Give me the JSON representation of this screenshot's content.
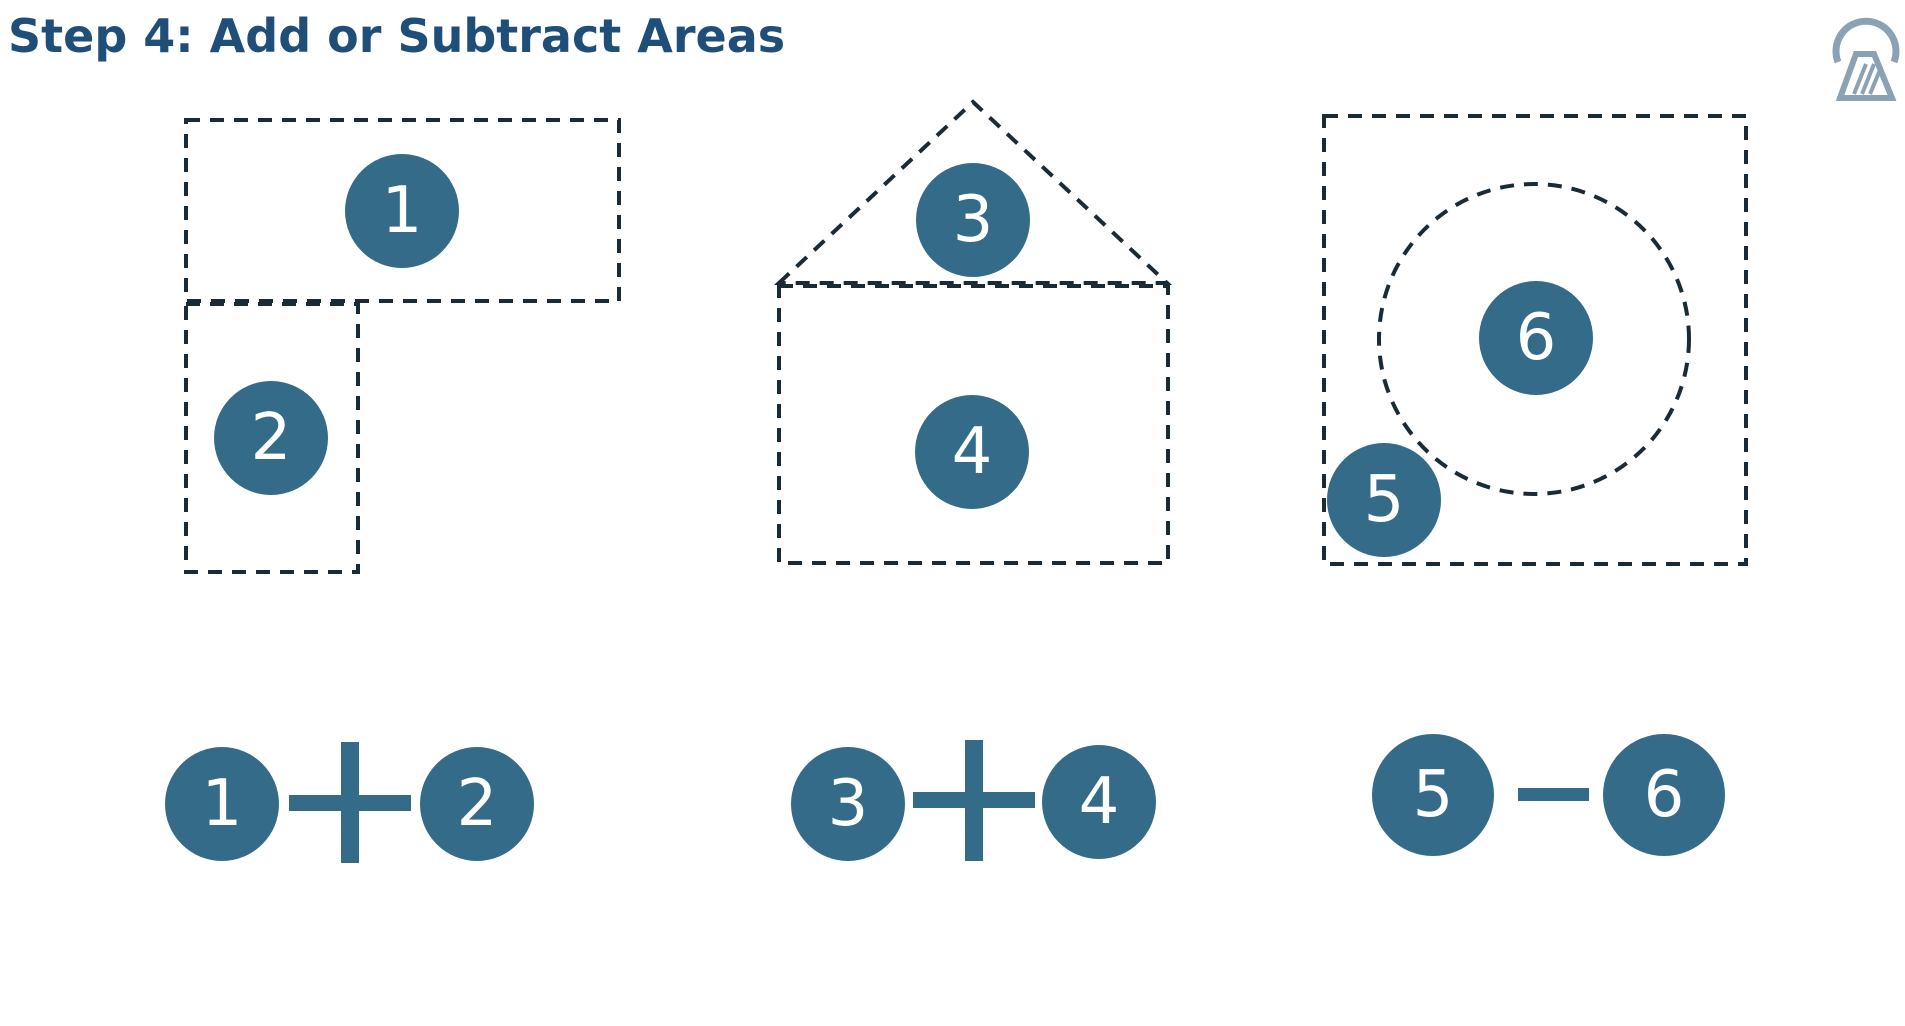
{
  "title": "Step 4: Add or Subtract Areas",
  "colors": {
    "title": "#1f4e79",
    "badge": "#336b89",
    "badge_text": "#ffffff",
    "outline": "#1a2b36"
  },
  "logo": {
    "icon": "logo-icon"
  },
  "diagrams": [
    {
      "badges": [
        "1",
        "2"
      ]
    },
    {
      "badges": [
        "3",
        "4"
      ]
    },
    {
      "badges": [
        "5",
        "6"
      ]
    }
  ],
  "equations": [
    {
      "left": "1",
      "operator": "plus",
      "right": "2"
    },
    {
      "left": "3",
      "operator": "plus",
      "right": "4"
    },
    {
      "left": "5",
      "operator": "minus",
      "right": "6"
    }
  ]
}
